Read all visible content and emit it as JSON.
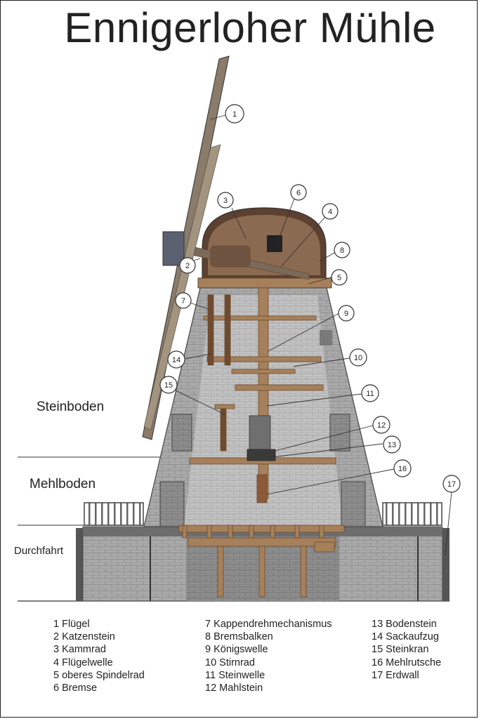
{
  "title": "Ennigerloher Mühle",
  "floors": {
    "steinboden": "Steinboden",
    "mehlboden": "Mehlboden",
    "durchfahrt": "Durchfahrt"
  },
  "callouts": [
    "1",
    "2",
    "3",
    "4",
    "5",
    "6",
    "7",
    "8",
    "9",
    "10",
    "11",
    "12",
    "13",
    "14",
    "15",
    "16",
    "17"
  ],
  "legend": {
    "col1": [
      "1 Flügel",
      "2 Katzenstein",
      "3 Kammrad",
      "4 Flügelwelle",
      "5 oberes Spindelrad",
      "6 Bremse"
    ],
    "col2": [
      "7 Kappendrehmechanismus",
      "8 Bremsbalken",
      "9 Königswelle",
      "10 Stirnrad",
      "11 Steinwelle",
      "12 Mahlstein"
    ],
    "col3": [
      "13 Bodenstein",
      "14 Sackaufzug",
      "15 Steinkran",
      "16 Mehlrutsche",
      "17 Erdwall"
    ]
  },
  "colors": {
    "stone": "#a9a9a9",
    "stone_dark": "#7d7d7d",
    "wood": "#a5805a",
    "wood_dark": "#6e4a2e",
    "cap": "#5c4030",
    "sail": "#8a7b6a"
  }
}
